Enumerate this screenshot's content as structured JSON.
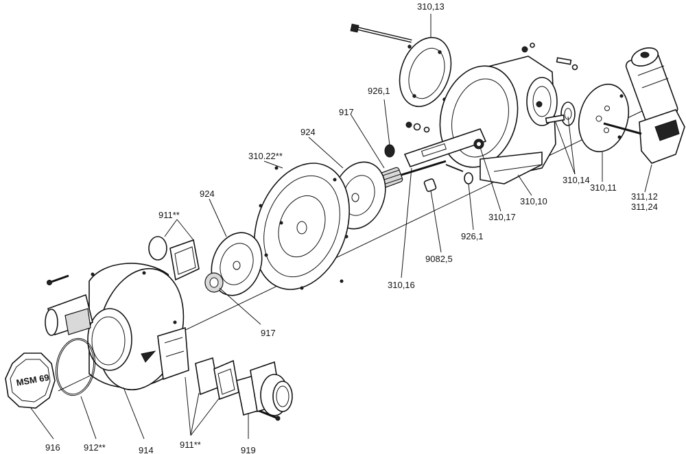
{
  "labels": {
    "l_310_13": "310,13",
    "l_926_1_top": "926,1",
    "l_917_top": "917",
    "l_924_top": "924",
    "l_310_22": "310.22**",
    "l_924_left": "924",
    "l_911_top": "911**",
    "l_310_14": "310,14",
    "l_310_11": "310,11",
    "l_310_10": "310,10",
    "l_310_17": "310,17",
    "l_926_1_bottom": "926,1",
    "l_9082_5": "9082,5",
    "l_310_16": "310,16",
    "l_311_12": "311,12",
    "l_311_24": "311,24",
    "l_917_bottom": "917",
    "l_916": "916",
    "l_912": "912**",
    "l_914": "914",
    "l_911_bottom": "911**",
    "l_919": "919"
  },
  "cap_logo_text": "MSM 69"
}
